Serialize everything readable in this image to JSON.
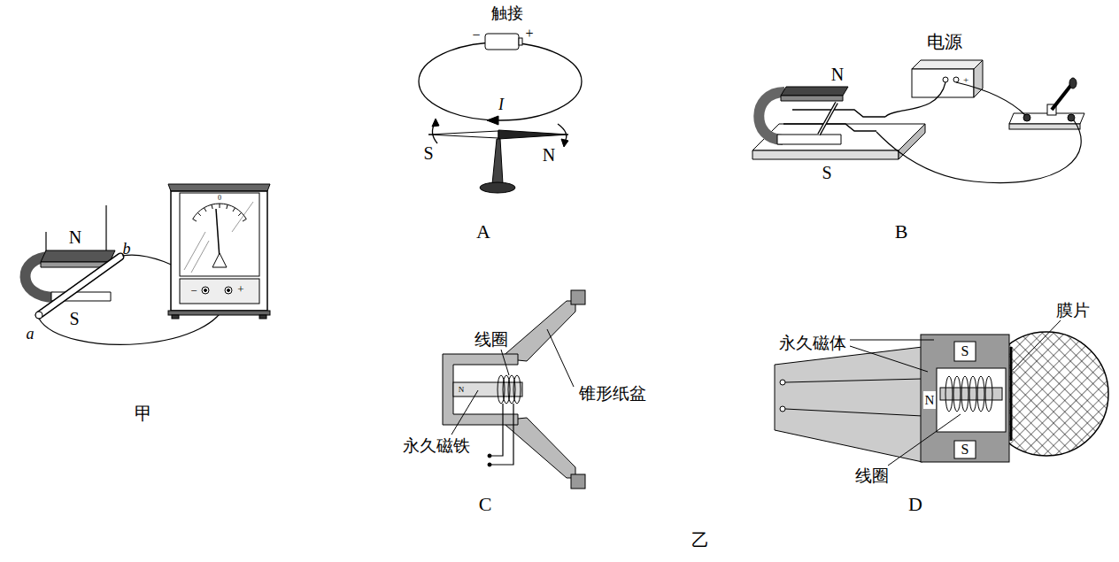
{
  "diagram": {
    "labels": [
      "触接",
      "−",
      "+",
      "I",
      "S",
      "N",
      "A",
      "电源",
      "N",
      "+",
      "S",
      "B",
      "N",
      "b",
      "S",
      "a",
      "0",
      "−",
      "+",
      "甲",
      "线圈",
      "锥形纸盆",
      "N",
      "永久磁铁",
      "C",
      "永久磁体",
      "膜片",
      "S",
      "N",
      "S",
      "线圈",
      "D",
      "乙"
    ]
  }
}
